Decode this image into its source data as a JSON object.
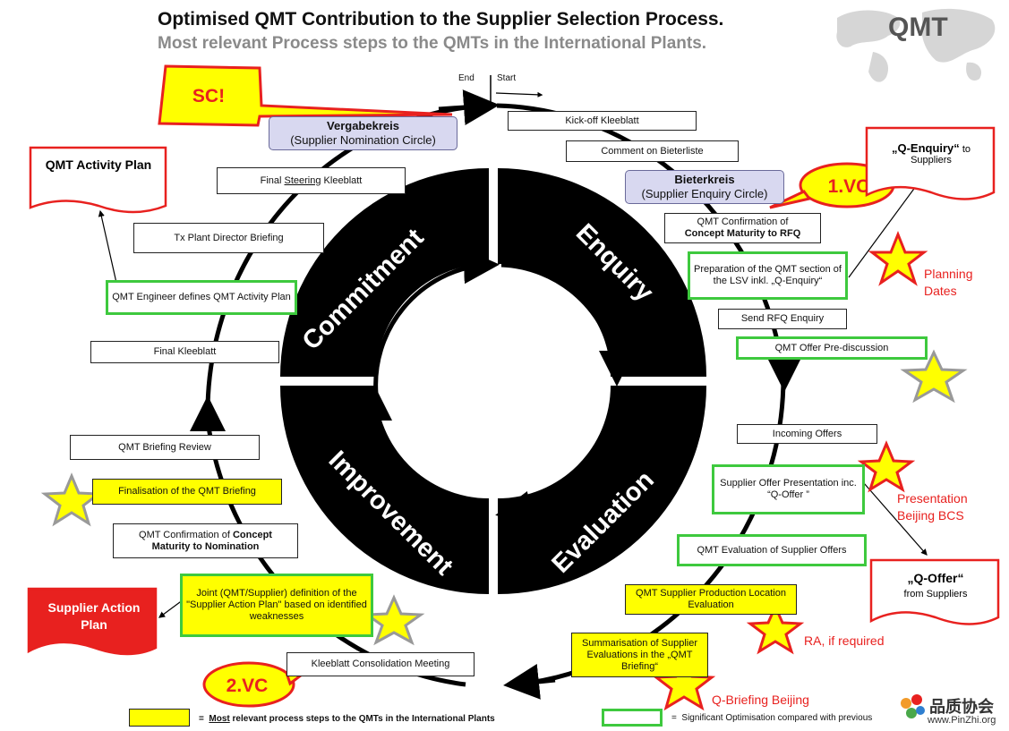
{
  "header": {
    "title": "Optimised QMT  Contribution to the Supplier Selection Process.",
    "subtitle": "Most relevant Process steps to the QMTs in the International Plants.",
    "logo_text": "QMT"
  },
  "cycle": {
    "segments": [
      "Commitment",
      "Enquiry",
      "Evaluation",
      "Improvement"
    ],
    "end_label": "End",
    "start_label": "Start"
  },
  "steps": {
    "kickoff": "Kick-off Kleeblatt",
    "comment_bieterliste": "Comment on  Bieterliste",
    "bieterkreis_title": "Bieterkreis",
    "bieterkreis_sub": "(Supplier Enquiry Circle)",
    "vergabekreis_title": "Vergabekreis",
    "vergabekreis_sub": "(Supplier Nomination Circle)",
    "qmt_confirmation_rfq_1": "QMT Confirmation of",
    "qmt_confirmation_rfq_2": "Concept Maturity to RFQ",
    "preparation_qmt": "Preparation of the QMT section of the  LSV inkl. „Q-Enquiry“",
    "send_rfq": "Send RFQ Enquiry",
    "offer_prediscussion": "QMT Offer Pre-discussion",
    "incoming_offers": "Incoming Offers",
    "supplier_offer_presentation": "Supplier Offer Presentation inc. “Q-Offer ”",
    "qmt_evaluation_offers": "QMT Evaluation of Supplier Offers",
    "production_location_eval": "QMT  Supplier Production Location Evaluation",
    "summarisation": "Summarisation of Supplier Evaluations in the „QMT Briefing“",
    "kleeblatt_consolidation": "Kleeblatt Consolidation Meeting",
    "joint_definition": "Joint (QMT/Supplier) definition of the \"Supplier Action Plan\" based on identified weaknesses",
    "qmt_confirmation_nom_1": "QMT Confirmation of ",
    "qmt_confirmation_nom_2": "Concept",
    "qmt_confirmation_nom_3": "Maturity to Nomination",
    "finalisation_briefing": "Finalisation of the QMT Briefing",
    "briefing_review": "QMT Briefing Review",
    "final_kleeblatt": "Final Kleeblatt",
    "engineer_defines_plan": "QMT Engineer defines QMT Activity Plan",
    "plant_director_briefing": "Tx Plant Director Briefing",
    "final_steering_1": "Final ",
    "final_steering_2": "Steering",
    "final_steering_3": " Kleeblatt"
  },
  "documents": {
    "activity_plan": "QMT Activity Plan",
    "q_enquiry_title": "„Q-Enquiry“",
    "q_enquiry_to": " to",
    "q_enquiry_sub": "Suppliers",
    "q_offer_title": "„Q-Offer“",
    "q_offer_sub": "from  Suppliers",
    "supplier_action_plan": "Supplier Action Plan"
  },
  "callouts": {
    "sc": "SC!",
    "vc1": "1.VC",
    "vc2": "2.VC"
  },
  "annotations": {
    "planning_dates_1": "Planning",
    "planning_dates_2": "Dates",
    "presentation_1": "Presentation",
    "presentation_2": "Beijing BCS",
    "ra": "RA, if required",
    "q_briefing": "Q-Briefing Beijing"
  },
  "legend": {
    "yellow_prefix": "=  ",
    "yellow_word": "Most",
    "yellow_text": " relevant process steps to the QMTs in the International Plants",
    "green_text": "=  Significant Optimisation compared with previous "
  },
  "watermark": {
    "brand": "品质协会",
    "url": "www.PinZhi.org"
  },
  "colors": {
    "yellow": "#ffff00",
    "green_border": "#3ec93e",
    "red": "#e8211f",
    "circle_box": "#d8d8f0",
    "ring": "#000000"
  }
}
